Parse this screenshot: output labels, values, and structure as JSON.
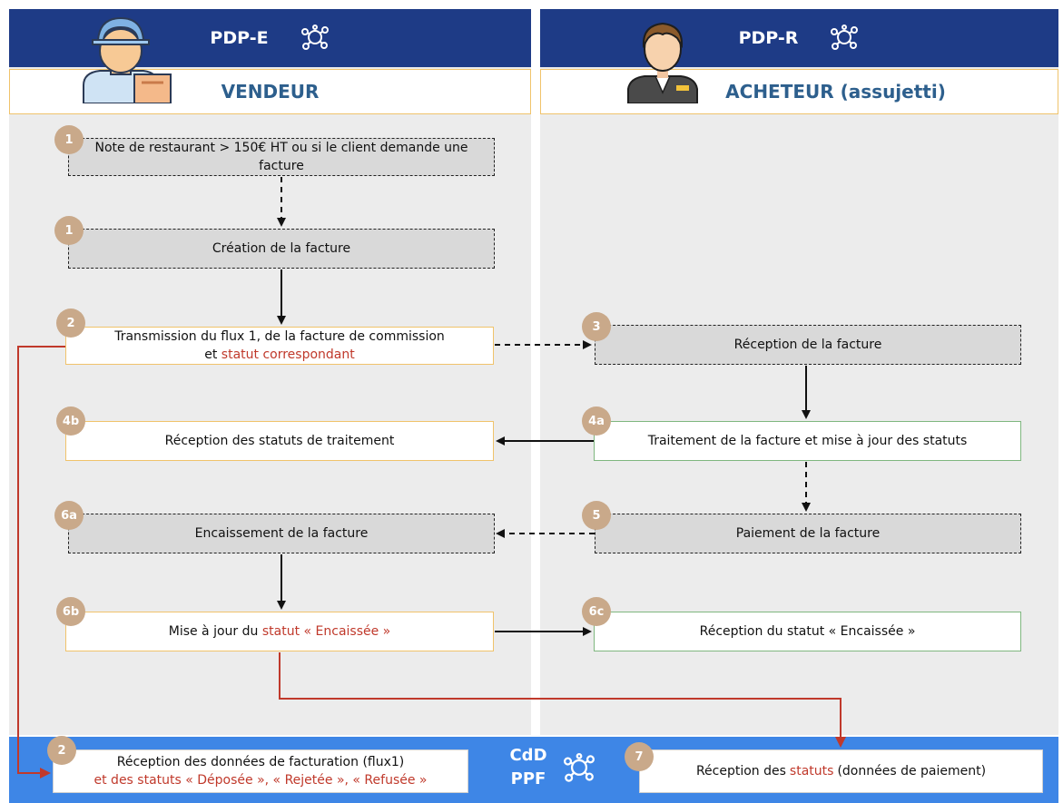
{
  "header": {
    "left_title": "PDP-E",
    "right_title": "PDP-R",
    "left_role": "VENDEUR",
    "right_role": "ACHETEUR (assujetti)",
    "network_icon": "network-icon",
    "seller_avatar_icon": "delivery-person-icon",
    "buyer_avatar_icon": "businessman-icon"
  },
  "steps": {
    "s1a": {
      "badge": "1",
      "text": "Note de restaurant > 150€ HT ou si le client demande une facture"
    },
    "s1b": {
      "badge": "1",
      "text": "Création de la facture"
    },
    "s2": {
      "badge": "2",
      "text_main": "Transmission du flux 1, de la facture de commission",
      "text_prefix": "et ",
      "text_red": "statut correspondant"
    },
    "s3": {
      "badge": "3",
      "text": "Réception de la facture"
    },
    "s4b": {
      "badge": "4b",
      "text": "Réception des statuts de traitement"
    },
    "s4a": {
      "badge": "4a",
      "text": "Traitement de la facture et mise à jour des statuts"
    },
    "s6a": {
      "badge": "6a",
      "text": "Encaissement de la facture"
    },
    "s5": {
      "badge": "5",
      "text": "Paiement de la facture"
    },
    "s6b": {
      "badge": "6b",
      "text_prefix": "Mise à jour du ",
      "text_red": "statut « Encaissée »"
    },
    "s6c": {
      "badge": "6c",
      "text": "Réception du statut « Encaissée »"
    }
  },
  "bottom": {
    "cdd_line1": "CdD",
    "cdd_line2": "PPF",
    "left_badge": "2",
    "left_line1": "Réception des données de facturation (flux1)",
    "left_line2": "et des statuts « Déposée », « Rejetée », « Refusée »",
    "right_badge": "7",
    "right_prefix": "Réception des ",
    "right_red": "statuts",
    "right_suffix": " (données de paiement)"
  },
  "colors": {
    "header_blue": "#1e3b86",
    "role_text": "#2d5f8d",
    "badge": "#c9a98a",
    "bottom_blue": "#3e86e6",
    "red_accent": "#c0392b",
    "grey_box": "#d9d9d9"
  }
}
